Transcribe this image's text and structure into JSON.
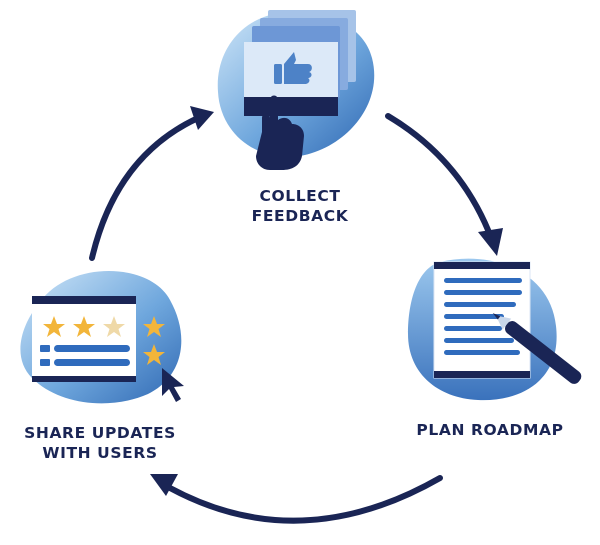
{
  "stages": [
    {
      "id": "collect",
      "lines": [
        "COLLECT",
        "FEEDBACK"
      ],
      "icon": "thumbs-up-screen-icon"
    },
    {
      "id": "plan",
      "lines": [
        "PLAN ROADMAP"
      ],
      "icon": "document-pen-icon"
    },
    {
      "id": "share",
      "lines": [
        "SHARE UPDATES",
        "WITH USERS"
      ],
      "icon": "star-rating-window-icon"
    }
  ],
  "colors": {
    "navy": "#1a2555",
    "blob_blue": "#3f7fc4",
    "blob_light": "#a9d0f0",
    "card_blue": "#3e74b8",
    "star_gold": "#f2b53a",
    "star_faded": "#efd9a8"
  }
}
